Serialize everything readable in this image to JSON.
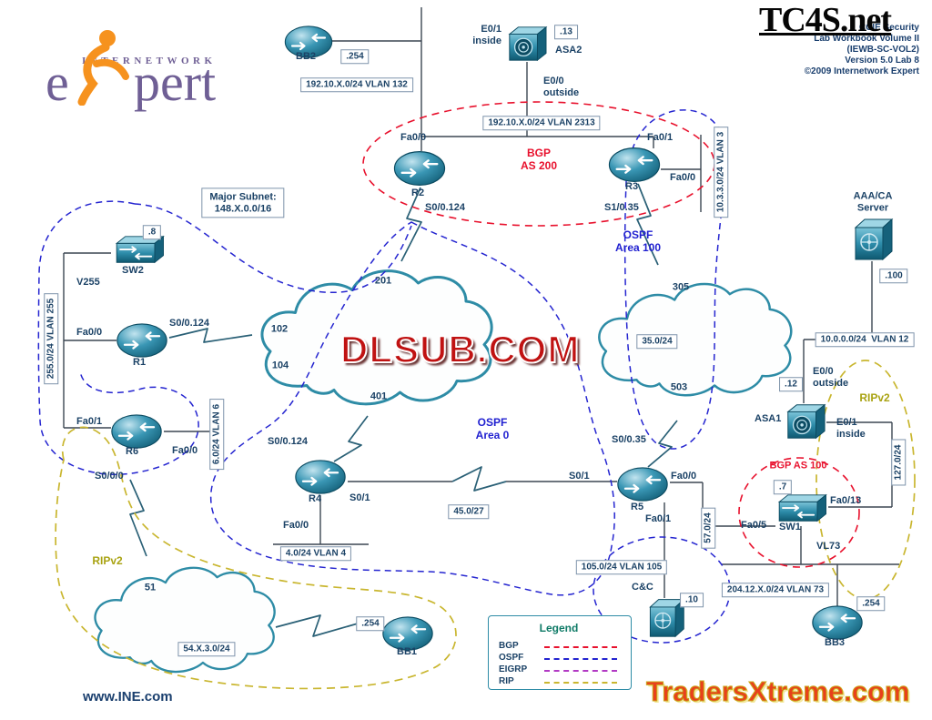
{
  "watermarks": {
    "tc4s": "TC4S.net",
    "dlsub": "DLSUB.COM",
    "traders": "TradersXtreme.com"
  },
  "logo": {
    "internetwork": "INTERNETWORK",
    "e": "e",
    "pert": "pert",
    "website": "www.INE.com"
  },
  "title_block": {
    "lines": [
      "CCIE Security",
      "Lab Workbook Volume II",
      "(IEWB-SC-VOL2)",
      "Version 5.0 Lab 8",
      "©2009 Internetwork Expert"
    ]
  },
  "notes": {
    "major_subnet": "Major Subnet:\n148.X.0.0/16"
  },
  "devices": {
    "bb2": "BB2",
    "asa2": "ASA2",
    "r2": "R2",
    "r3": "R3",
    "aaa_server": "AAA/CA\nServer",
    "sw2": "SW2",
    "r1": "R1",
    "r6": "R6",
    "r4": "R4",
    "r5": "R5",
    "asa1": "ASA1",
    "sw1": "SW1",
    "bb3": "BB3",
    "bb1": "BB1",
    "cc": "C&C"
  },
  "interfaces": {
    "asa2_inside": "E0/1\ninside",
    "asa2_outside": "E0/0\noutside",
    "r2_fa00": "Fa0/0",
    "r2_s00124": "S0/0.124",
    "r3_fa01": "Fa0/1",
    "r3_fa00": "Fa0/0",
    "r3_s1035": "S1/0.35",
    "sw2_v255": "V255",
    "r1_fa00": "Fa0/0",
    "r1_s00124": "S0/0.124",
    "r6_fa01": "Fa0/1",
    "r6_fa00": "Fa0/0",
    "r6_s000": "S0/0/0",
    "r4_s00124": "S0/0.124",
    "r4_s01": "S0/1",
    "r4_fa00": "Fa0/0",
    "r5_s01": "S0/1",
    "r5_s0035": "S0/0.35",
    "r5_fa00": "Fa0/0",
    "r5_fa01": "Fa0/1",
    "asa1_outside": "E0/0\noutside",
    "asa1_inside": "E0/1\ninside",
    "sw1_fa013": "Fa0/13",
    "sw1_fa05": "Fa0/5",
    "sw1_vl73": "VL73"
  },
  "subnets": {
    "vlan132": "192.10.X.0/24 VLAN 132",
    "vlan2313": "192.10.X.0/24 VLAN 2313",
    "vlan12": "10.0.0.0/24  VLAN 12",
    "vlan3": "10.3.3.0/24 VLAN 3",
    "vlan255": "255.0/24 VLAN 255",
    "vlan6": "6.0/24 VLAN 6",
    "net35": "35.0/24",
    "net45": "45.0/27",
    "vlan4": "4.0/24 VLAN 4",
    "vlan105": "105.0/24 VLAN 105",
    "net57": "57.0/24",
    "net127": "127.0/24",
    "vlan73": "204.12.X.0/24 VLAN 73",
    "net54": "54.X.3.0/24"
  },
  "ip_labels": {
    "bb2": ".254",
    "asa2": ".13",
    "aaa": ".100",
    "sw2": ".8",
    "asa1": ".12",
    "sw1": ".7",
    "cc": ".10",
    "bb3": ".254",
    "bb1": ".254"
  },
  "zones": {
    "bgp200": "BGP\nAS 200",
    "ospf100": "OSPF\nArea 100",
    "ospf0": "OSPF\nArea 0",
    "bgp100": "BGP AS 100",
    "rip_right": "RIPv2",
    "rip_left": "RIPv2"
  },
  "frame_relay": {
    "dlci_201": "201",
    "dlci_102": "102",
    "dlci_104": "104",
    "dlci_401": "401",
    "dlci_305": "305",
    "dlci_503": "503",
    "dlci_51": "51"
  },
  "legend": {
    "title": "Legend",
    "entries": [
      {
        "label": "BGP",
        "color": "#e8112d"
      },
      {
        "label": "OSPF",
        "color": "#2222cf"
      },
      {
        "label": "EIGRP",
        "color": "#b23ac4"
      },
      {
        "label": "RIP",
        "color": "#c9b62f"
      }
    ]
  }
}
